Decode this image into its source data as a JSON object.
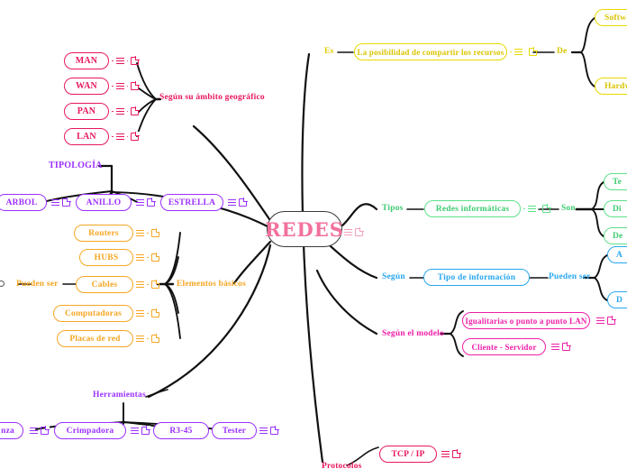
{
  "mindmap": {
    "center": {
      "label": "REDES",
      "color": "#F2719B"
    },
    "colors": {
      "crimson": "#E8175D",
      "purple": "#9B30FF",
      "orange": "#F5A623",
      "yellow": "#E8D900",
      "green": "#5DE08A",
      "blue": "#29A7F0",
      "magenta": "#EE1FA8",
      "edge": "#111111"
    },
    "branches": [
      {
        "id": "ambito",
        "connector": "Según su ámbito geográfico",
        "color": "#E8175D",
        "nodes": [
          {
            "label": "MAN"
          },
          {
            "label": "WAN"
          },
          {
            "label": "PAN"
          },
          {
            "label": "LAN"
          }
        ]
      },
      {
        "id": "tipologia",
        "connector": "TIPOLOGÍA",
        "color": "#9B30FF",
        "nodes": [
          {
            "label": "ARBOL"
          },
          {
            "label": "ANILLO"
          },
          {
            "label": "ESTRELLA"
          }
        ]
      },
      {
        "id": "elementos",
        "connector": "Elementos básicos",
        "sub_connector": "Pueden ser",
        "color": "#F5A623",
        "nodes": [
          {
            "label": "Routers"
          },
          {
            "label": "HUBS"
          },
          {
            "label": "Cables"
          },
          {
            "label": "Computadoras"
          },
          {
            "label": "Placas de red"
          }
        ]
      },
      {
        "id": "herramientas",
        "connector": "Herramientas",
        "color": "#9B30FF",
        "nodes": [
          {
            "label": "nza"
          },
          {
            "label": "Crimpadora"
          },
          {
            "label": "R3-45"
          },
          {
            "label": "Tester"
          }
        ]
      },
      {
        "id": "posibilidad",
        "connector": "Es",
        "sub_connector": "De",
        "color": "#E8D900",
        "nodes": [
          {
            "label": "La posibilidad de compartir los recursos"
          },
          {
            "label": "Softwa"
          },
          {
            "label": "Hardw"
          }
        ]
      },
      {
        "id": "tipos",
        "connector": "Tipos",
        "sub_connector": "Son",
        "color": "#5DE08A",
        "nodes": [
          {
            "label": "Redes informáticas"
          },
          {
            "label": "Te"
          },
          {
            "label": "Di"
          },
          {
            "label": "De"
          }
        ]
      },
      {
        "id": "informacion",
        "connector": "Según",
        "sub_connector": "Pueden ser",
        "color": "#29A7F0",
        "nodes": [
          {
            "label": "Tipo de información"
          },
          {
            "label": "A"
          },
          {
            "label": "D"
          }
        ]
      },
      {
        "id": "modelo",
        "connector": "Según el modelo",
        "color": "#EE1FA8",
        "nodes": [
          {
            "label": "Igualitarias o punto a punto LAN"
          },
          {
            "label": "Cliente - Servidor"
          }
        ]
      },
      {
        "id": "protocolos",
        "connector": "Protocolos",
        "color": "#E8175D",
        "nodes": [
          {
            "label": "TCP / IP"
          }
        ]
      }
    ]
  }
}
